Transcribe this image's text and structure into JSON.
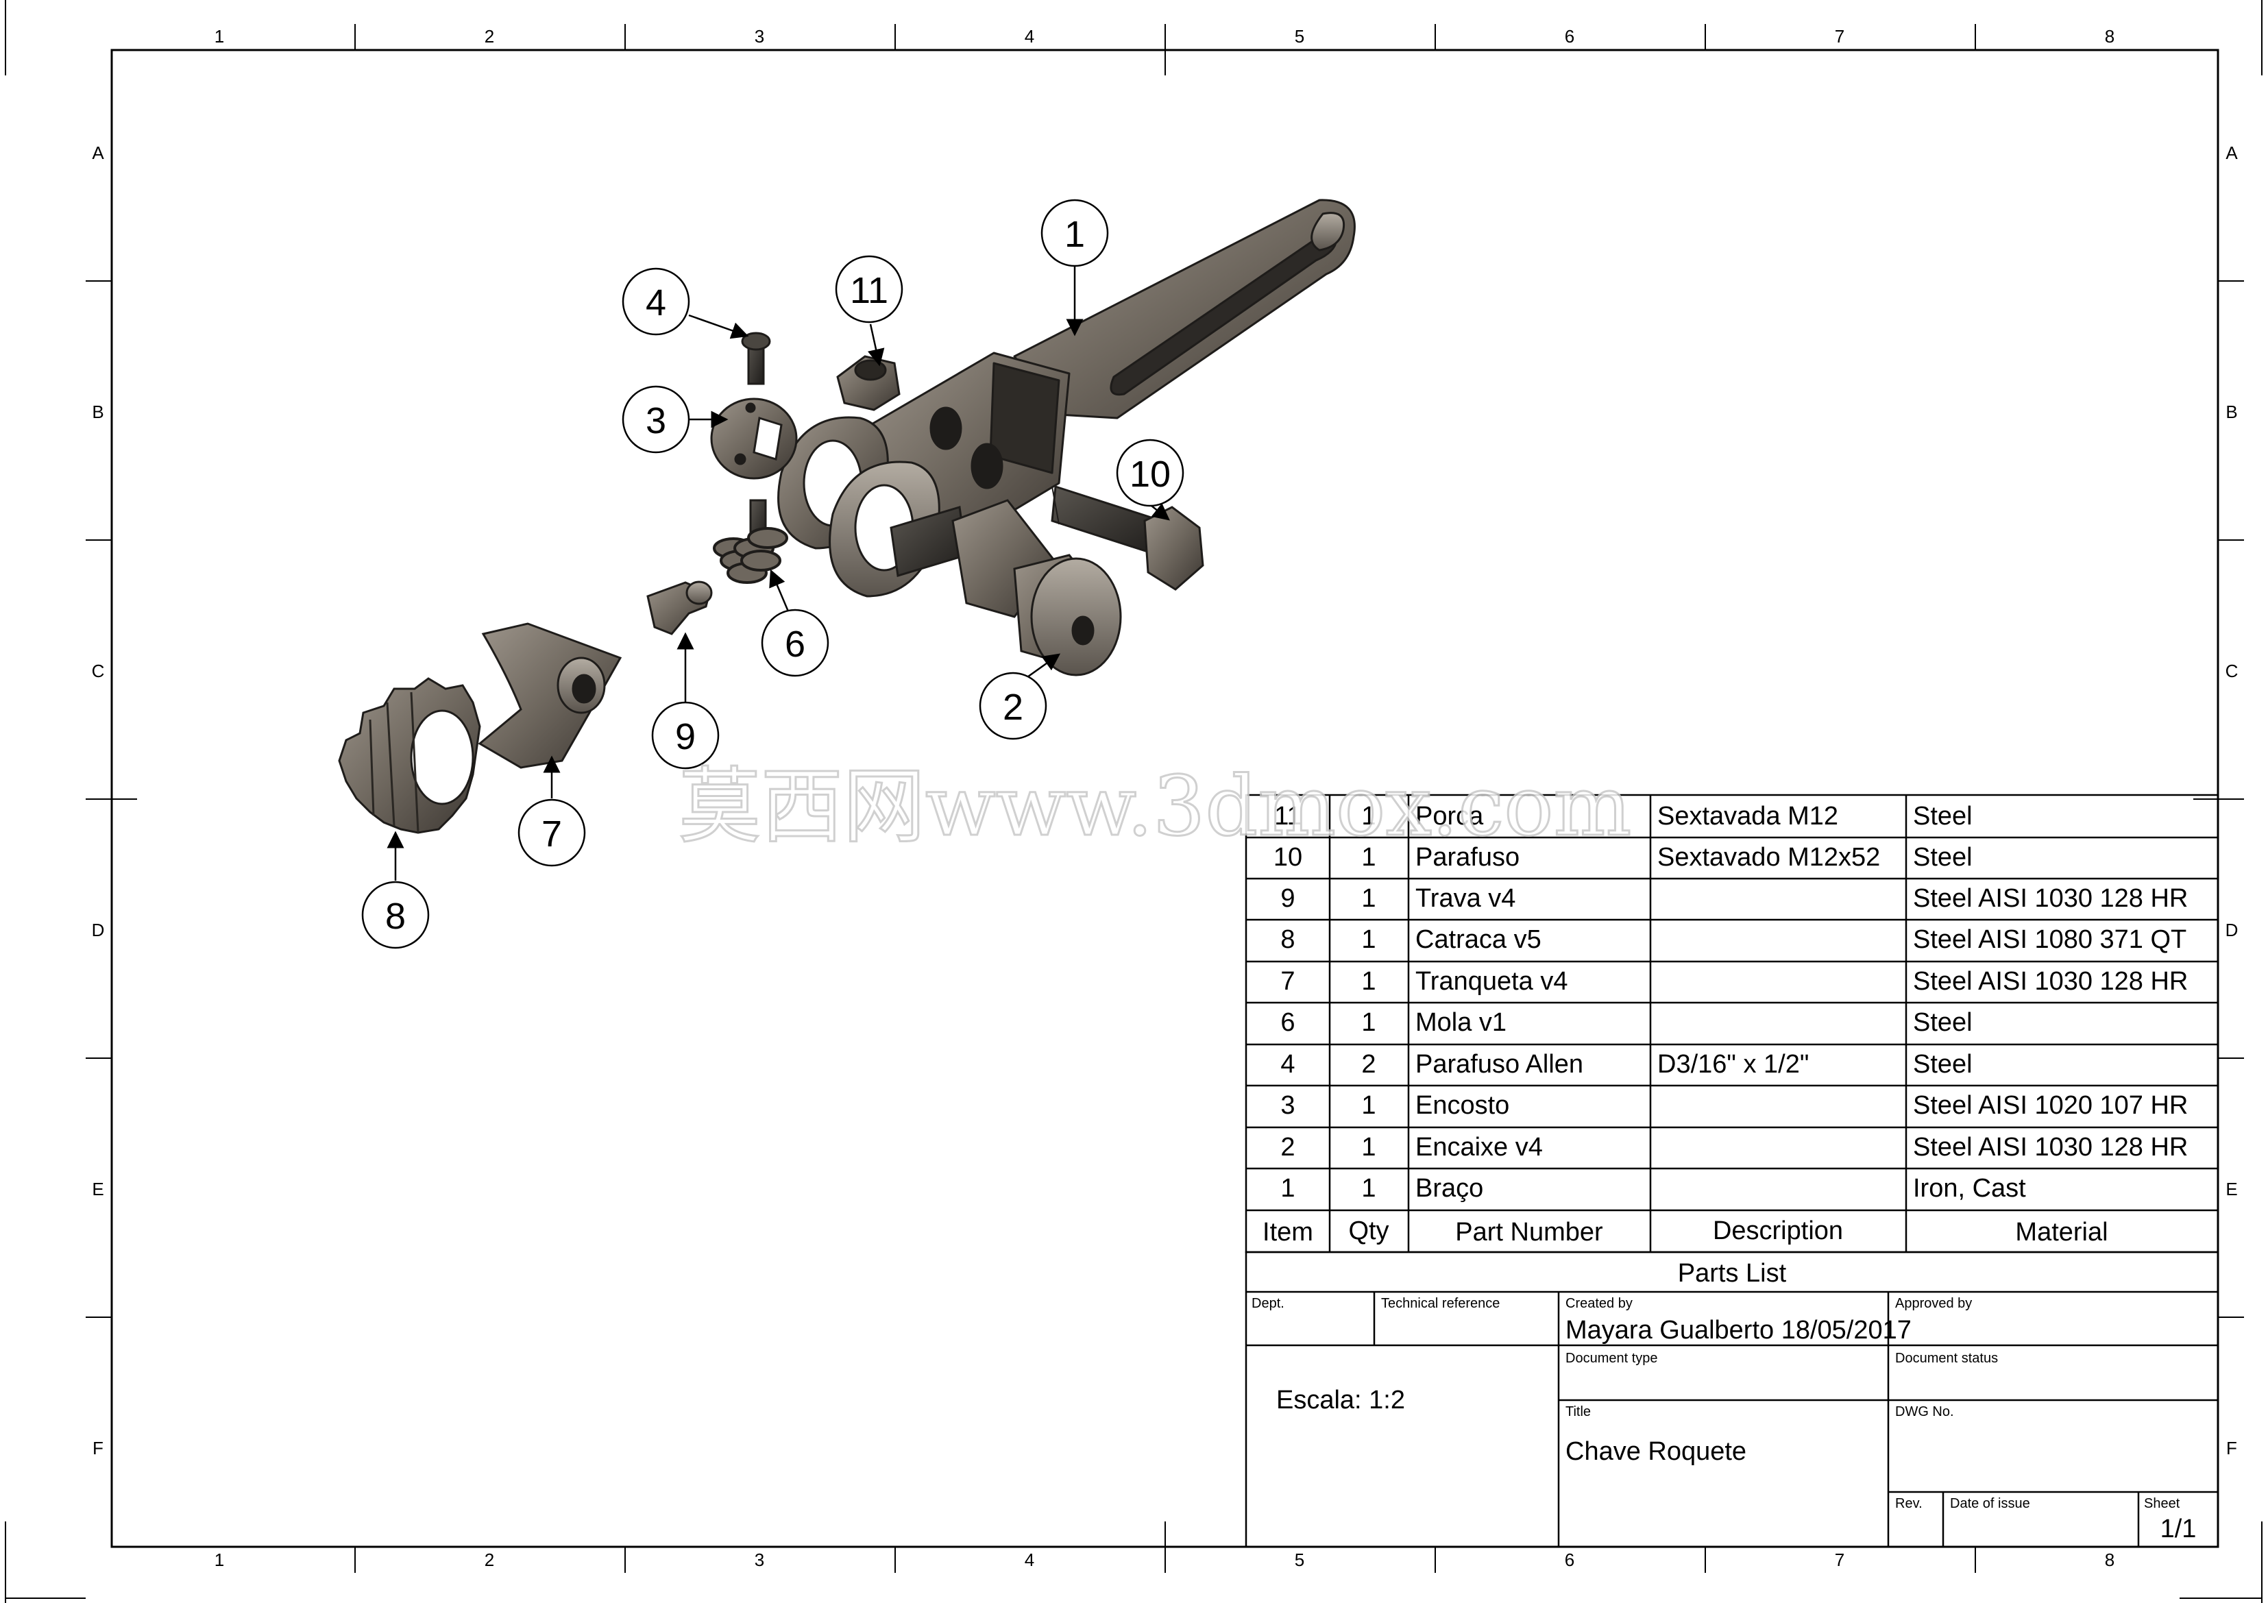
{
  "zones": {
    "columns": [
      "1",
      "2",
      "3",
      "4",
      "5",
      "6",
      "7",
      "8"
    ],
    "rows": [
      "A",
      "B",
      "C",
      "D",
      "E",
      "F"
    ]
  },
  "balloons": {
    "b1": "1",
    "b2": "2",
    "b3": "3",
    "b4": "4",
    "b5": "6",
    "b6": "7",
    "b7": "8",
    "b8": "9",
    "b9": "10",
    "b10": "11"
  },
  "watermark": "莫西网www.3dmox.com",
  "parts_list": {
    "title": "Parts List",
    "headers": [
      "Item",
      "Qty",
      "Part Number",
      "Description",
      "Material"
    ],
    "rows": [
      {
        "item": "11",
        "qty": "1",
        "part": "Porca",
        "desc": "Sextavada M12",
        "material": "Steel"
      },
      {
        "item": "10",
        "qty": "1",
        "part": "Parafuso",
        "desc": "Sextavado M12x52",
        "material": "Steel"
      },
      {
        "item": "9",
        "qty": "1",
        "part": "Trava v4",
        "desc": "",
        "material": "Steel AISI 1030 128 HR"
      },
      {
        "item": "8",
        "qty": "1",
        "part": "Catraca v5",
        "desc": "",
        "material": "Steel AISI 1080 371 QT"
      },
      {
        "item": "7",
        "qty": "1",
        "part": "Tranqueta v4",
        "desc": "",
        "material": "Steel AISI 1030 128 HR"
      },
      {
        "item": "6",
        "qty": "1",
        "part": "Mola v1",
        "desc": "",
        "material": "Steel"
      },
      {
        "item": "4",
        "qty": "2",
        "part": "Parafuso Allen",
        "desc": "D3/16\" x 1/2\"",
        "material": "Steel"
      },
      {
        "item": "3",
        "qty": "1",
        "part": "Encosto",
        "desc": "",
        "material": "Steel AISI 1020 107 HR"
      },
      {
        "item": "2",
        "qty": "1",
        "part": "Encaixe v4",
        "desc": "",
        "material": "Steel AISI 1030 128 HR"
      },
      {
        "item": "1",
        "qty": "1",
        "part": "Braço",
        "desc": "",
        "material": "Iron, Cast"
      }
    ]
  },
  "title_block": {
    "dept_label": "Dept.",
    "techref_label": "Technical reference",
    "created_label": "Created by",
    "created_value": "Mayara Gualberto 18/05/2017",
    "approved_label": "Approved by",
    "doctype_label": "Document type",
    "docstatus_label": "Document status",
    "scale": "Escala: 1:2",
    "title_label": "Title",
    "title_value": "Chave Roquete",
    "dwg_label": "DWG No.",
    "rev_label": "Rev.",
    "date_label": "Date of issue",
    "sheet_label": "Sheet",
    "sheet_value": "1/1"
  }
}
